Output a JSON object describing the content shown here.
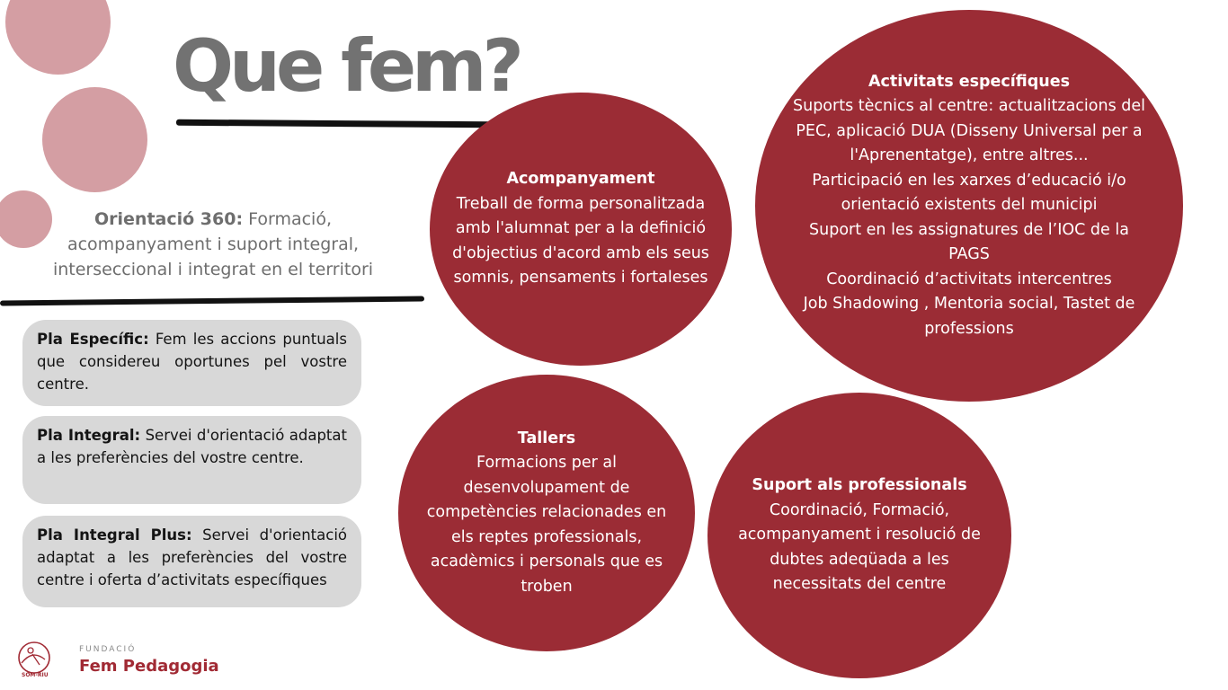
{
  "title": "Que fem?",
  "intro": {
    "bold": "Orientació 360:",
    "text": " Formació, acompanyament i suport integral, interseccional i integrat en el territori"
  },
  "plans": [
    {
      "bold": "Pla Específic:",
      "text": " Fem les accions puntuals que considereu oportunes pel vostre centre."
    },
    {
      "bold": "Pla Integral:",
      "text": " Servei d'orientació adaptat a les preferències del vostre centre."
    },
    {
      "bold": "Pla Integral Plus:",
      "text": " Servei d'orientació adaptat a les preferències del vostre centre i oferta d’activitats específiques"
    }
  ],
  "circles": [
    {
      "title": "Acompanyament",
      "body": "Treball de forma personalitzada amb l'alumnat per a la definició d'objectius d'acord amb els seus somnis, pensaments i fortaleses"
    },
    {
      "title": "Activitats específiques",
      "body": "Suports tècnics al centre: actualitzacions del PEC, aplicació DUA (Disseny Universal per a l'Aprenentatge), entre altres...\nParticipació en les xarxes d’educació i/o orientació existents del municipi\nSuport en les assignatures de l’IOC de la PAGS\nCoordinació d’activitats intercentres\nJob Shadowing , Mentoria social, Tastet de professions"
    },
    {
      "title": "Tallers",
      "body": "Formacions  per al desenvolupament de competències relacionades  en  els reptes  professionals, acadèmics i personals que es troben"
    },
    {
      "title": "Suport als professionals",
      "body": "Coordinació, Formació, acompanyament i resolució de dubtes adeqüada a les necessitats del centre"
    }
  ],
  "logo": {
    "small": "FUNDACIÓ",
    "name": "Fem Pedagogia",
    "tag": "SOM-RIU"
  },
  "colors": {
    "circle": "#9b2c35",
    "decor": "#d49ea3",
    "panel": "#d8d8d8",
    "title": "#727272"
  }
}
